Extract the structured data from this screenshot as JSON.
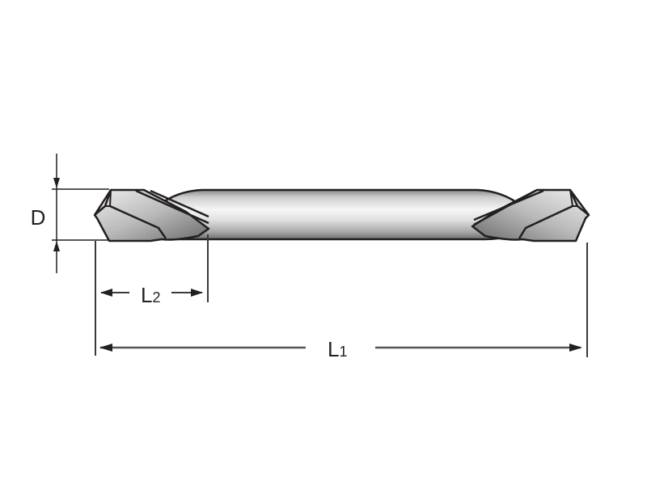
{
  "diagram": {
    "subject": "double-ended drill bit",
    "colors": {
      "outline": "#231f20",
      "dimension_line": "#3a3a3a",
      "metal_light": "#f4f4f4",
      "metal_mid": "#c4c4c4",
      "metal_dark": "#7a7a7a",
      "background": "#ffffff"
    },
    "dimensions": {
      "diameter": {
        "label": "D"
      },
      "flute_length": {
        "label": "L",
        "subscript": "2"
      },
      "overall_length": {
        "label": "L",
        "subscript": "1"
      }
    }
  }
}
